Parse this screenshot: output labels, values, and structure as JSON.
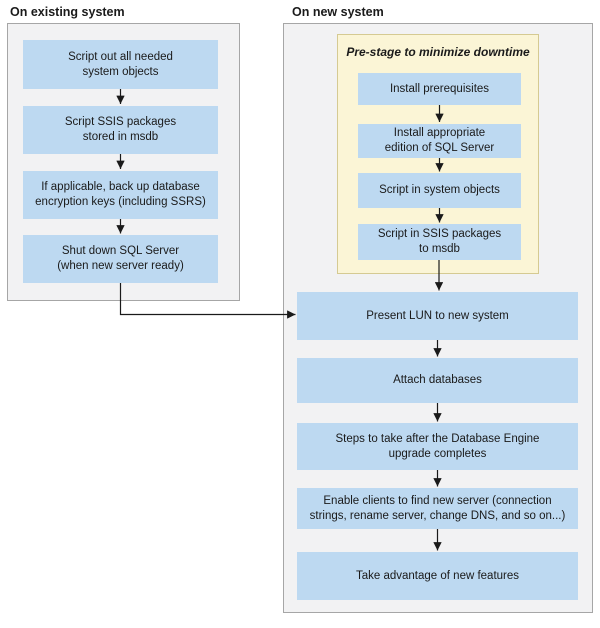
{
  "left_panel": {
    "title": "On existing system",
    "steps": [
      {
        "label": "Script out all needed\nsystem objects"
      },
      {
        "label": "Script SSIS packages\nstored in msdb"
      },
      {
        "label": "If applicable, back up database\nencryption keys (including SSRS)"
      },
      {
        "label": "Shut down SQL Server\n(when new server ready)"
      }
    ]
  },
  "right_panel": {
    "title": "On new system",
    "prestage": {
      "title": "Pre-stage to minimize downtime",
      "steps": [
        {
          "label": "Install prerequisites"
        },
        {
          "label": "Install appropriate\nedition of SQL Server"
        },
        {
          "label": "Script in system objects"
        },
        {
          "label": "Script in SSIS packages\nto msdb"
        }
      ]
    },
    "steps": [
      {
        "label": "Present LUN to new system"
      },
      {
        "label": "Attach databases"
      },
      {
        "label": "Steps to take after the Database Engine\nupgrade completes"
      },
      {
        "label": "Enable clients to find new server (connection\nstrings, rename server, change DNS, and so on...)"
      },
      {
        "label": "Take advantage of new features"
      }
    ]
  },
  "colors": {
    "node_fill": "#bdd9f1",
    "prestage_fill": "#fbf5d6",
    "prestage_border": "#d5ca92",
    "panel_fill": "#f2f2f3",
    "panel_border": "#a6a6a6",
    "arrow": "#1a1a1a",
    "text": "#1a1a1a"
  }
}
